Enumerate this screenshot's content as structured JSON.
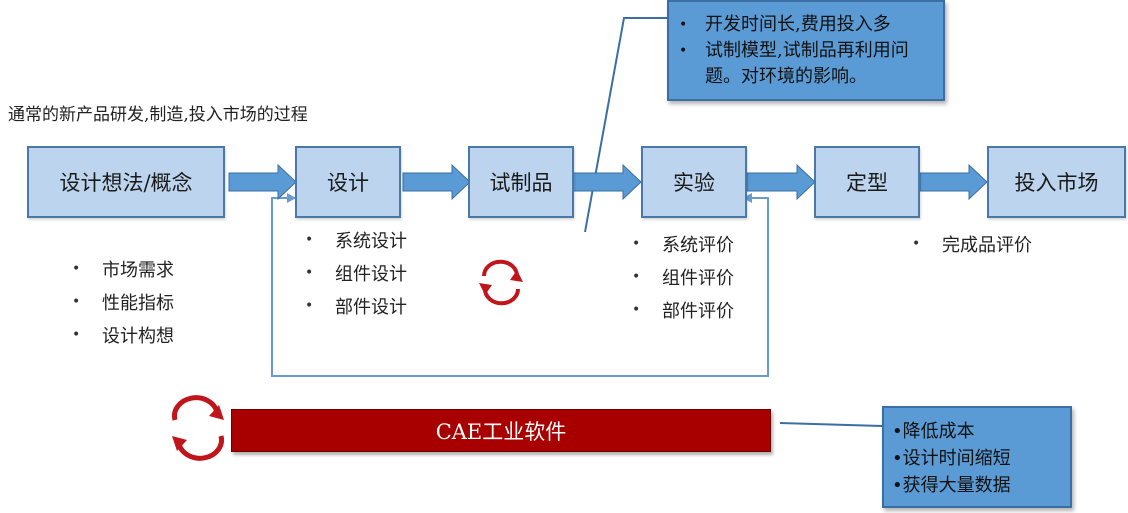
{
  "intro_text": "通常的新产品研发,制造,投入市场的过程",
  "stages": [
    {
      "label": "设计想法/概念"
    },
    {
      "label": "设计"
    },
    {
      "label": "试制品"
    },
    {
      "label": "实验"
    },
    {
      "label": "定型"
    },
    {
      "label": "投入市场"
    }
  ],
  "concept_bullets": [
    "市场需求",
    "性能指标",
    "设计构想"
  ],
  "design_bullets": [
    "系统设计",
    "组件设计",
    "部件设计"
  ],
  "test_bullets": [
    "系统评价",
    "组件评价",
    "部件评价"
  ],
  "market_bullets": [
    "完成品评价"
  ],
  "bullet_glyph": "•",
  "callout_top": {
    "items": [
      "开发时间长,费用投入多",
      "试制模型,试制品再利用问题。对环境的影响。"
    ]
  },
  "cae_bar": {
    "label": "CAE工业软件"
  },
  "callout_bottom": {
    "items": [
      "•降低成本",
      "•设计时间缩短",
      "•获得大量数据"
    ]
  },
  "colors": {
    "stage_fill": "#bcd4ee",
    "stage_border": "#4a78a8",
    "arrow_fill": "#5b9bd5",
    "callout_fill": "#5b9bd5",
    "cae_fill": "#a80000",
    "cycle_red": "#c0151b",
    "feedback_line": "#6a9bd0"
  }
}
